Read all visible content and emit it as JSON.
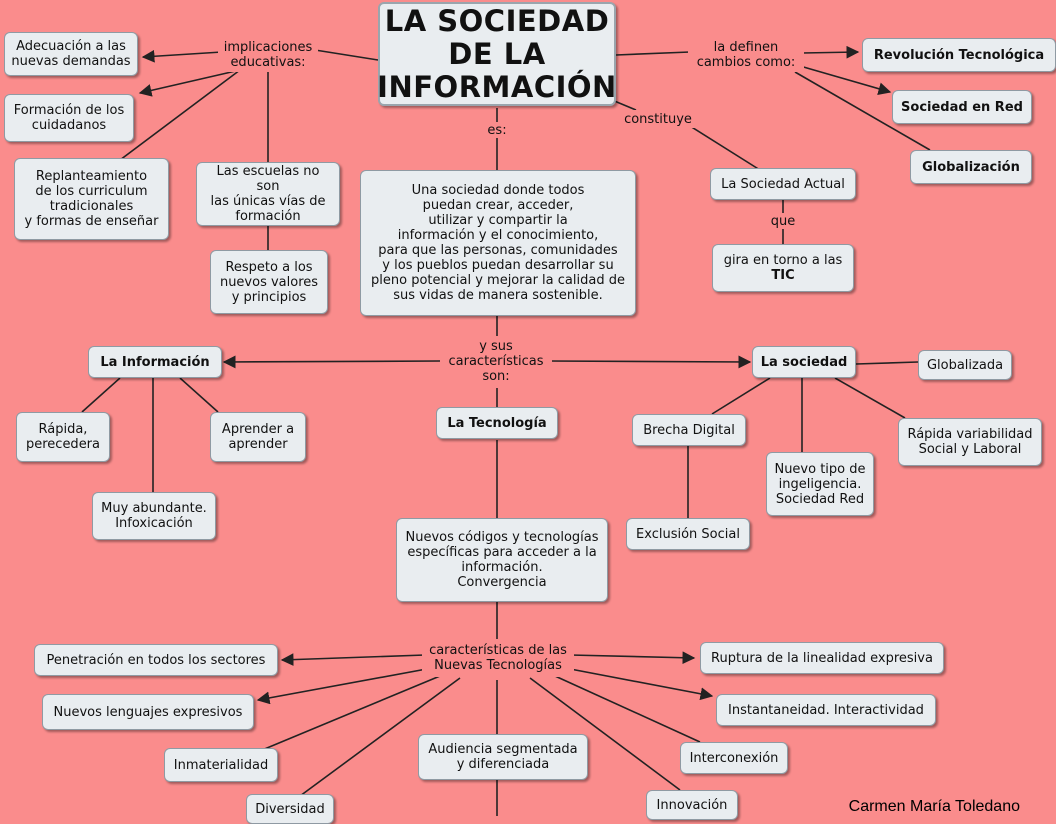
{
  "title": "LA SOCIEDAD\nDE LA\nINFORMACIÓN",
  "links": {
    "implicaciones": "implicaciones\neducativas:",
    "definen": "la definen\ncambios como:",
    "constituye": "constituye",
    "es": "es:",
    "que": "que",
    "sus_caracteristicas": "y sus\ncaracterísticas\nson:",
    "caracteristicas_nt": "características de las\nNuevas Tecnologías"
  },
  "nodes": {
    "adecuacion": "Adecuación a las\nnuevas demandas",
    "formacion": "Formación de los\ncuidadanos",
    "replanteamiento": "Replanteamiento\nde los curriculum\ntradicionales\ny formas de enseñar",
    "escuelas": "Las escuelas no son\nlas únicas vías de\nformación",
    "respeto": "Respeto a los\nnuevos valores\ny principios",
    "definicion": "Una sociedad donde todos\npuedan crear, acceder,\nutilizar y compartir la\ninformación y el conocimiento,\npara que las personas, comunidades\ny los pueblos puedan desarrollar su\npleno potencial y mejorar la calidad de\nsus vidas de manera sostenible.",
    "revolucion": "Revolución Tecnológica",
    "sociedad_red": "Sociedad en Red",
    "globalizacion": "Globalización",
    "sociedad_actual": "La Sociedad Actual",
    "gira": "gira en torno a las",
    "tic": "TIC",
    "la_informacion": "La Información",
    "la_sociedad": "La sociedad",
    "globalizada": "Globalizada",
    "rapida": "Rápida,\nperecedera",
    "aprender": "Aprender a\naprender",
    "abundante": "Muy abundante.\nInfoxicación",
    "la_tecnologia": "La Tecnología",
    "brecha": "Brecha Digital",
    "exclusion": "Exclusión Social",
    "inteligencia": "Nuevo tipo de\ningeligencia.\nSociedad Red",
    "variabilidad": "Rápida variabilidad\nSocial y Laboral",
    "nuevos_codigos": "Nuevos códigos y tecnologías\nespecíficas para acceder a la\ninformación.\nConvergencia",
    "penetracion": "Penetración en todos los sectores",
    "lenguajes": "Nuevos lenguajes expresivos",
    "inmaterialidad": "Inmaterialidad",
    "diversidad": "Diversidad",
    "audiencia": "Audiencia segmentada\ny diferenciada",
    "innovacion": "Innovación",
    "interconexion": "Interconexión",
    "instantaneidad": "Instantaneidad. Interactividad",
    "ruptura": "Ruptura de la linealidad expresiva"
  },
  "credit": "Carmen María Toledano",
  "colors": {
    "background": "#fa8c8c",
    "node_fill": "#e9edf0",
    "line": "#222222"
  }
}
